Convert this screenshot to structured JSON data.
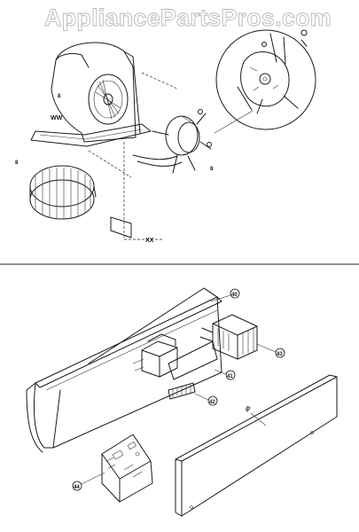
{
  "watermark": "AppliancePartsPros.com",
  "callouts": {
    "ww": "WW",
    "xx": "XX",
    "blower_housing": "8",
    "wheel": "8",
    "motor": "8",
    "bracket_top": "40",
    "relay": "41",
    "terminal": "42",
    "panel": "45",
    "terminal_block": "43",
    "control_board": "44"
  }
}
